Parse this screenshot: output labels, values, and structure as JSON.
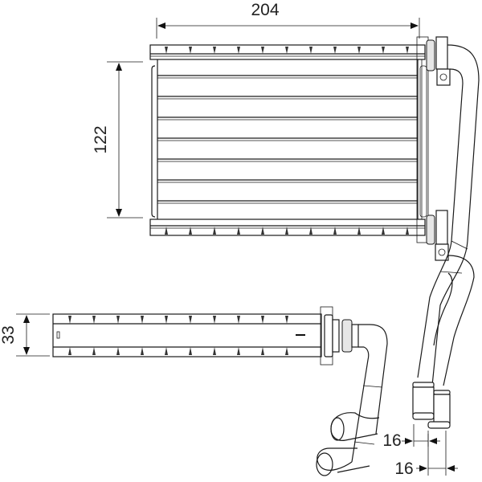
{
  "drawing": {
    "subject": "heater core",
    "views": [
      "front",
      "side"
    ],
    "line_color": "#1a1a1a",
    "background": "#ffffff"
  },
  "dimensions": {
    "width": {
      "label": "204",
      "orientation": "horizontal"
    },
    "height": {
      "label": "122",
      "orientation": "vertical"
    },
    "depth": {
      "label": "33",
      "orientation": "vertical"
    },
    "pipe_diameter_1": {
      "label": "16",
      "orientation": "horizontal"
    },
    "pipe_diameter_2": {
      "label": "16",
      "orientation": "horizontal"
    }
  }
}
